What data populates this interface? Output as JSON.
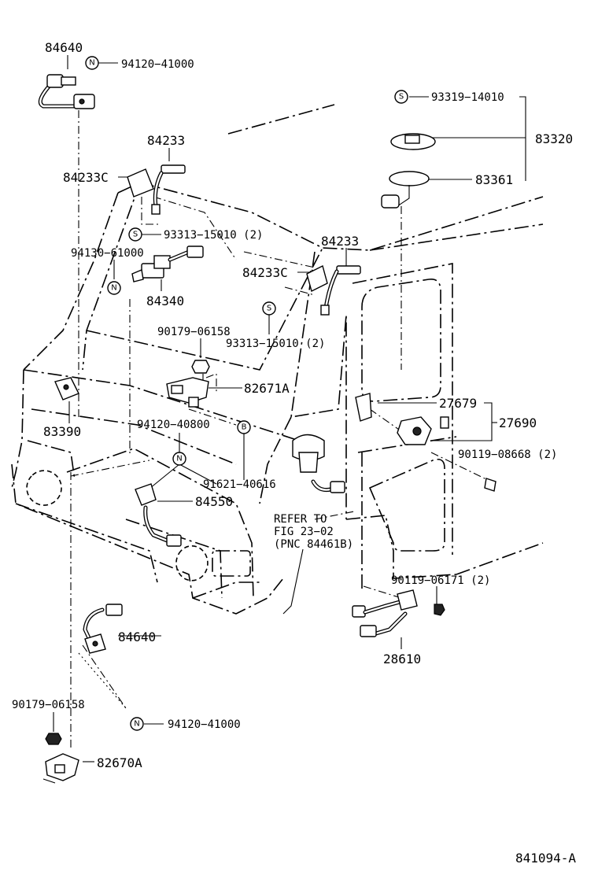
{
  "diagram_id": "841094-A",
  "callouts": {
    "p84640_top": "84640",
    "p94120_41000_top": "94120−41000",
    "p84233_left": "84233",
    "p84233C_left": "84233C",
    "p93313_15010_a": "93313−15010 (2)",
    "p94130_61000": "94130−61000",
    "p84340": "84340",
    "p84233_right": "84233",
    "p84233C_right": "84233C",
    "p93313_15010_b": "93313−15010 (2)",
    "p90179_06158_mid": "90179−06158",
    "p82671A": "82671A",
    "p83390": "83390",
    "p94120_40800": "94120−40800",
    "p91621_40616": "91621−40616",
    "p84550": "84550",
    "refer_line1": "REFER TO",
    "refer_line2": "FIG 23−02",
    "refer_line3": "(PNC 84461B)",
    "p84640_bottom": "84640",
    "p90179_06158_bottom": "90179−06158",
    "p94120_41000_bottom": "94120−41000",
    "p82670A": "82670A",
    "p93319_14010": "93319−14010",
    "p83320": "83320",
    "p83361": "83361",
    "p27679": "27679",
    "p27690": "27690",
    "p90119_08668": "90119−08668 (2)",
    "p90119_06171": "90119−06171 (2)",
    "p28610": "28610"
  },
  "symbols": {
    "N": "N",
    "S": "S",
    "B": "B"
  }
}
